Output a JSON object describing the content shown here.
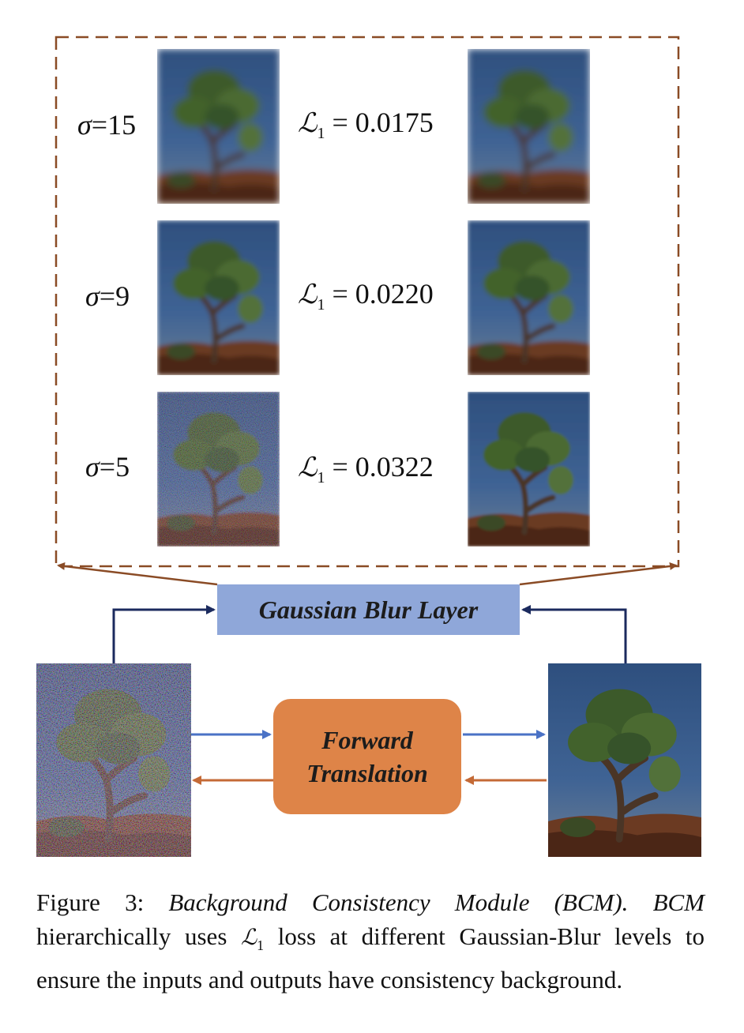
{
  "rows": [
    {
      "sigma_symbol": "σ",
      "sigma_value": "=15",
      "loss_symbol": "ℒ",
      "loss_sub": "1",
      "loss_value": "= 0.0175"
    },
    {
      "sigma_symbol": "σ",
      "sigma_value": "=9",
      "loss_symbol": "ℒ",
      "loss_sub": "1",
      "loss_value": "= 0.0220"
    },
    {
      "sigma_symbol": "σ",
      "sigma_value": "=5",
      "loss_symbol": "ℒ",
      "loss_sub": "1",
      "loss_value": "= 0.0322"
    }
  ],
  "gaussian_blur_label": "Gaussian Blur Layer",
  "forward_translation": {
    "line1": "Forward",
    "line2": "Translation"
  },
  "caption": {
    "label": "Figure 3:",
    "title": "Background Consistency Module (BCM). BCM",
    "text_a": "hierarchically uses",
    "loss_symbol": "ℒ",
    "loss_sub": "1",
    "text_b": "loss at different Gaussian-Blur levels to ensure the inputs and outputs have consistency background."
  },
  "colors": {
    "dashed_border": "#8a4b25",
    "blue_arrow": "#4a72c6",
    "orange_arrow": "#c46a36",
    "navy_arrow": "#1b2a5e",
    "gaussian_box": "#8fa7d9",
    "forward_box": "#de8448"
  }
}
